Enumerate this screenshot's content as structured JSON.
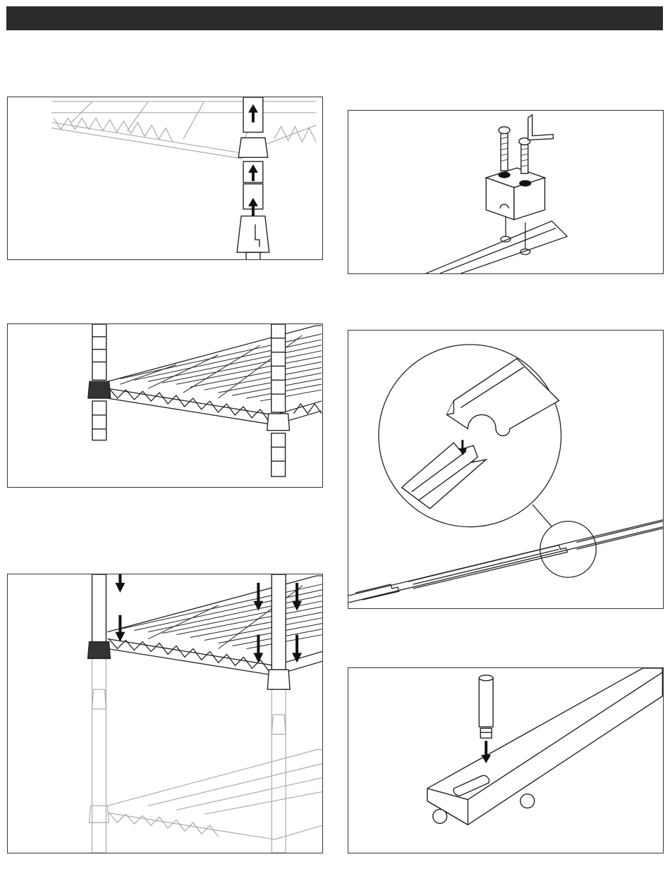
{
  "page": {
    "header_color": "#2b2b2b",
    "line_color": "#222222",
    "faded_line_color": "#aaaaaa"
  },
  "figures": [
    {
      "id": "step-1",
      "icon": "remove-sleeve-illustration"
    },
    {
      "id": "step-2",
      "icon": "shelf-on-posts-illustration"
    },
    {
      "id": "step-3",
      "icon": "press-down-shelf-illustration"
    },
    {
      "id": "step-4",
      "icon": "block-screws-hex-key-illustration"
    },
    {
      "id": "step-5",
      "icon": "rail-joint-detail-illustration"
    },
    {
      "id": "step-6",
      "icon": "pin-insert-illustration"
    }
  ]
}
